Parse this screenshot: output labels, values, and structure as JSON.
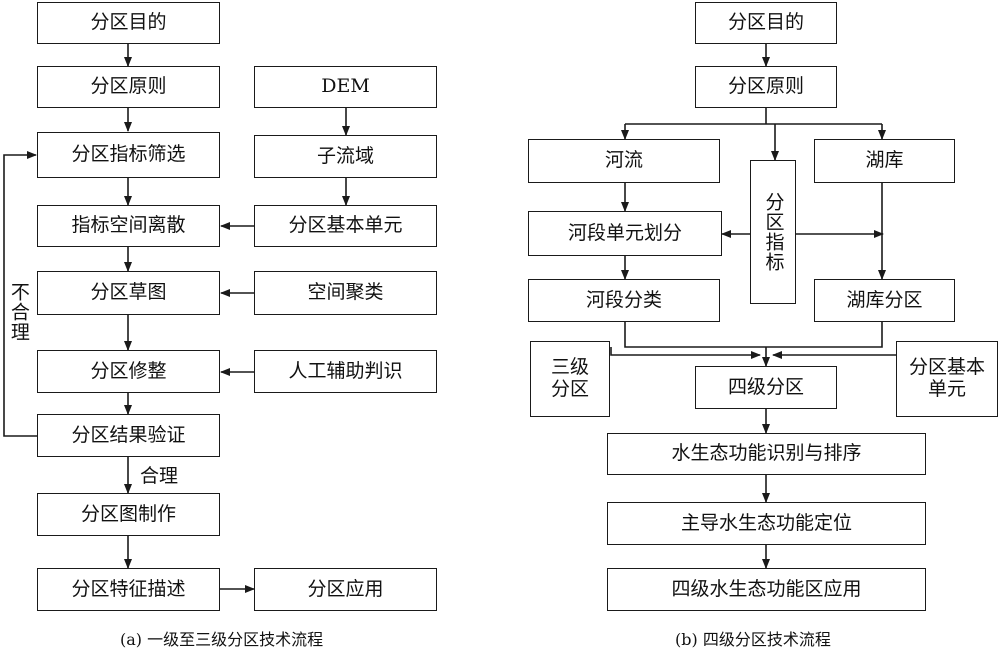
{
  "left": {
    "goal": "分区目的",
    "principle": "分区原则",
    "indicator_screening": "分区指标筛选",
    "spatial_discretization": "指标空间离散",
    "draft_map": "分区草图",
    "refine": "分区修整",
    "validation": "分区结果验证",
    "mapping": "分区图制作",
    "feature_description": "分区特征描述",
    "application": "分区应用",
    "dem": "DEM",
    "subbasin": "子流域",
    "basic_unit": "分区基本单元",
    "spatial_clustering": "空间聚类",
    "manual_aid": "人工辅助判识",
    "unreasonable": "不合理",
    "reasonable": "合理",
    "caption": "(a) 一级至三级分区技术流程"
  },
  "right": {
    "goal": "分区目的",
    "principle": "分区原则",
    "river": "河流",
    "lake": "湖库",
    "indicator": "分区指标",
    "reach_division": "河段单元划分",
    "reach_classification": "河段分类",
    "lake_zoning": "湖库分区",
    "level3": "三级分区",
    "basic_unit": "分区基本单元",
    "level4": "四级分区",
    "function_identification": "水生态功能识别与排序",
    "dominant_function": "主导水生态功能定位",
    "function_application": "四级水生态功能区应用",
    "caption": "(b) 四级分区技术流程"
  }
}
